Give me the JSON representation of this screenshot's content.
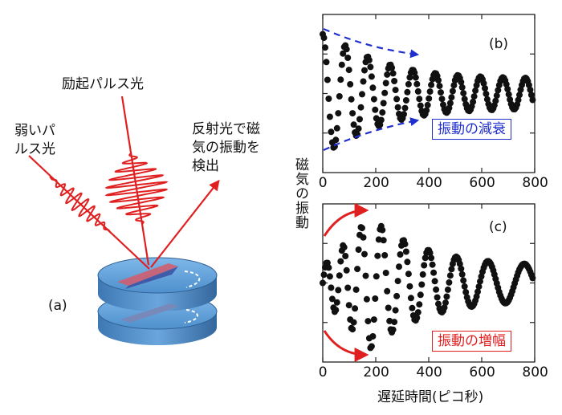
{
  "left_panel": {
    "label_weak_pulse_line1": "弱いパ",
    "label_weak_pulse_line2": "ルス光",
    "label_excitation_pulse": "励起パルス光",
    "label_reflected_line1": "反射光で磁",
    "label_reflected_line2": "気の振動を",
    "label_reflected_line3": "検出",
    "panel_label": "(a)"
  },
  "right_panel": {
    "y_axis_label": "磁気の振動",
    "x_axis_label": "遅延時間(ピコ秒)",
    "colors": {
      "damping_box": "#1f2fcf",
      "growth_box": "#e02020",
      "data": "#111111"
    }
  },
  "chart_data": [
    {
      "type": "scatter",
      "panel_label": "(b)",
      "annotation": "振動の減衰",
      "xlabel": "遅延時間(ピコ秒)",
      "ylabel": "磁気の振動",
      "x_ticks": [
        "0",
        "200",
        "400",
        "600",
        "800"
      ],
      "xlim": [
        0,
        800
      ],
      "ylim": [
        -1.2,
        1.2
      ],
      "model": {
        "amplitude": 0.9,
        "decay": 180,
        "floor": 0.25,
        "period": 85,
        "offset": 0.0
      },
      "envelope_arrows": "dashed blue arrows showing shrinking envelope"
    },
    {
      "type": "scatter",
      "panel_label": "(c)",
      "annotation": "振動の増幅",
      "xlabel": "遅延時間(ピコ秒)",
      "ylabel": "磁気の振動",
      "x_ticks": [
        "0",
        "200",
        "400",
        "600",
        "800"
      ],
      "xlim": [
        0,
        800
      ],
      "ylim": [
        -1.2,
        1.2
      ],
      "model": {
        "rise_peak_x": 180,
        "peak_amplitude": 1.0,
        "late_amplitude": 0.25,
        "period": 58
      },
      "envelope_arrows": "solid red curved arrows showing growing envelope"
    }
  ]
}
